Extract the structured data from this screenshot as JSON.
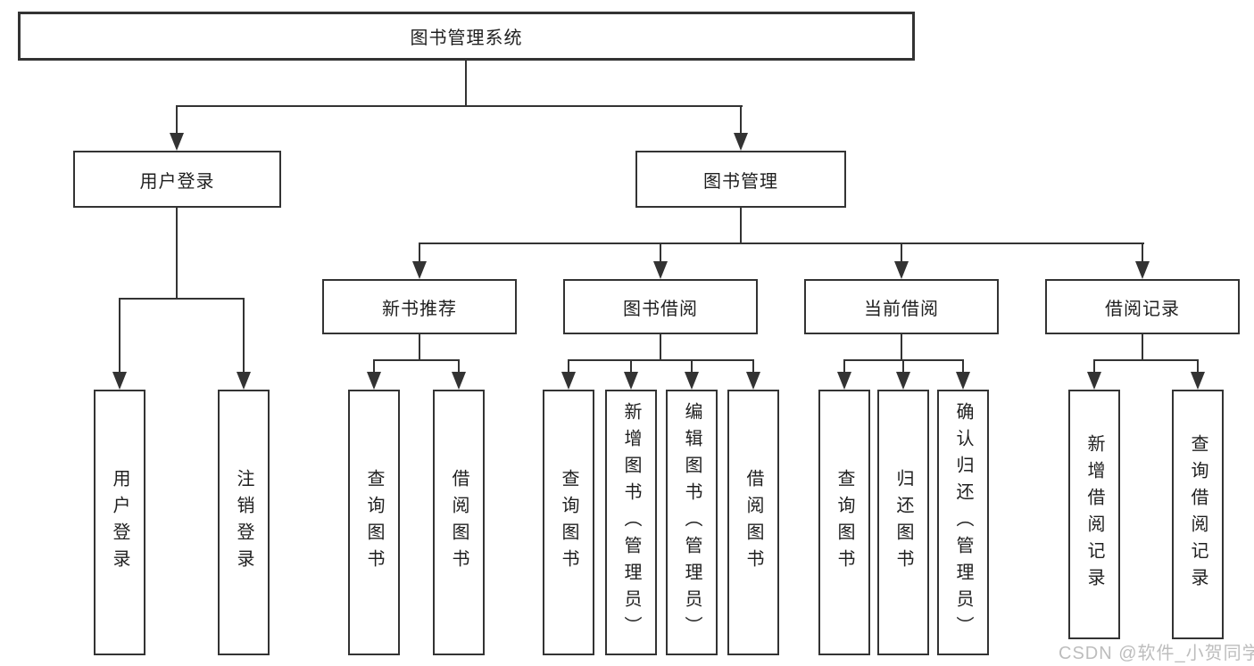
{
  "tree": {
    "label": "图书管理系统",
    "children": [
      {
        "label": "用户登录",
        "children": [
          {
            "label": "用户登录"
          },
          {
            "label": "注销登录"
          }
        ]
      },
      {
        "label": "图书管理",
        "children": [
          {
            "label": "新书推荐",
            "children": [
              {
                "label": "查询图书"
              },
              {
                "label": "借阅图书"
              }
            ]
          },
          {
            "label": "图书借阅",
            "children": [
              {
                "label": "查询图书"
              },
              {
                "label": "新增图书（管理员）"
              },
              {
                "label": "编辑图书（管理员）"
              },
              {
                "label": "借阅图书"
              }
            ]
          },
          {
            "label": "当前借阅",
            "children": [
              {
                "label": "查询图书"
              },
              {
                "label": "归还图书"
              },
              {
                "label": "确认归还（管理员）"
              }
            ]
          },
          {
            "label": "借阅记录",
            "children": [
              {
                "label": "新增借阅记录"
              },
              {
                "label": "查询借阅记录"
              }
            ]
          }
        ]
      }
    ]
  },
  "watermark": {
    "text": "CSDN @软件_小贺同学"
  },
  "colors": {
    "line": "#333333",
    "box_border": "#333333",
    "box_fill": "#ffffff",
    "text": "#1f1f1f",
    "watermark": "#bdbdbd"
  }
}
